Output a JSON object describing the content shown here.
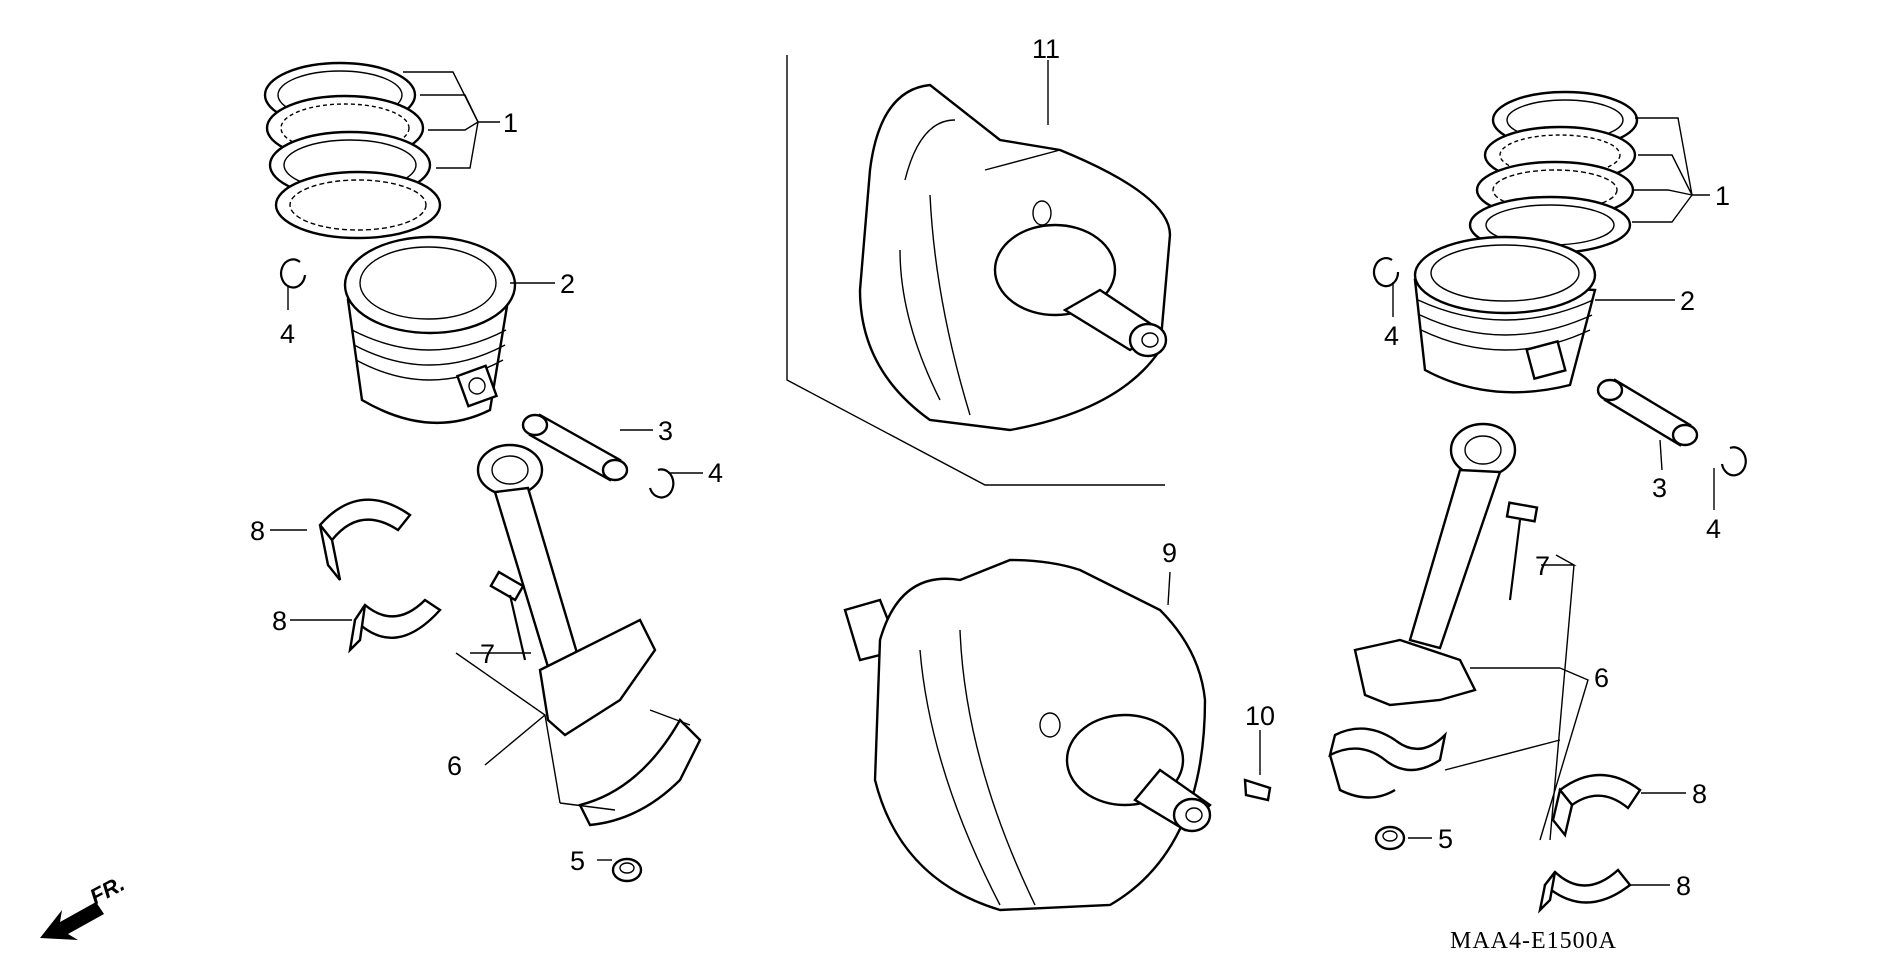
{
  "diagram": {
    "code": "MAA4-E1500A",
    "direction_label": "FR.",
    "callouts": {
      "piston_rings": "1",
      "piston": "2",
      "piston_pin": "3",
      "piston_pin_clip": "4",
      "connecting_rod_nut": "5",
      "connecting_rod": "6",
      "connecting_rod_bolt": "7",
      "crankpin_bearing": "8",
      "crankshaft": "9",
      "woodruff_key": "10",
      "crankshaft_assembly": "11"
    }
  }
}
